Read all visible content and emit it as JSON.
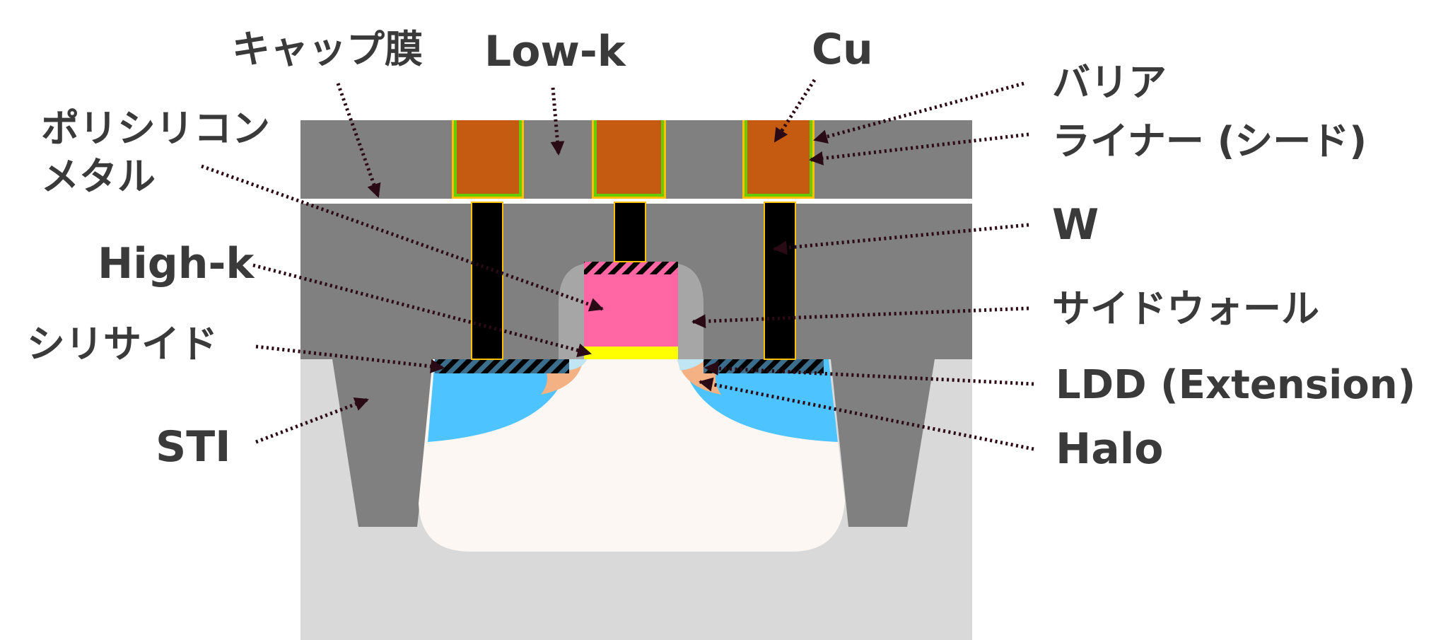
{
  "labels": {
    "cap_film": "キャップ膜",
    "low_k": "Low-k",
    "cu": "Cu",
    "barrier": "バリア",
    "liner": "ライナー (シード)",
    "poly_metal_1": "ポリシリコン",
    "poly_metal_2": "メタル",
    "w": "W",
    "high_k": "High-k",
    "sidewall": "サイドウォール",
    "silicide": "シリサイド",
    "ldd": "LDD (Extension)",
    "sti": "STI",
    "halo": "Halo"
  },
  "colors": {
    "ild": "#808080",
    "substrate": "#d9d9d9",
    "cap_line": "#ffffff",
    "copper": "#c55a11",
    "barrier": "#ffc000",
    "liner": "#66cc00",
    "tungsten": "#000000",
    "gate": "#ff66a3",
    "high_k": "#ffff00",
    "sidewall": "#a6a6a6",
    "well": "#fcf7f3",
    "source_drain": "#4dc3ff",
    "ldd": "#bfe6f2",
    "halo": "#f4b183",
    "silicide_hatch": "#3a6e8c",
    "label_text": "#3a3a3a",
    "pointer": "#2a0a14"
  }
}
